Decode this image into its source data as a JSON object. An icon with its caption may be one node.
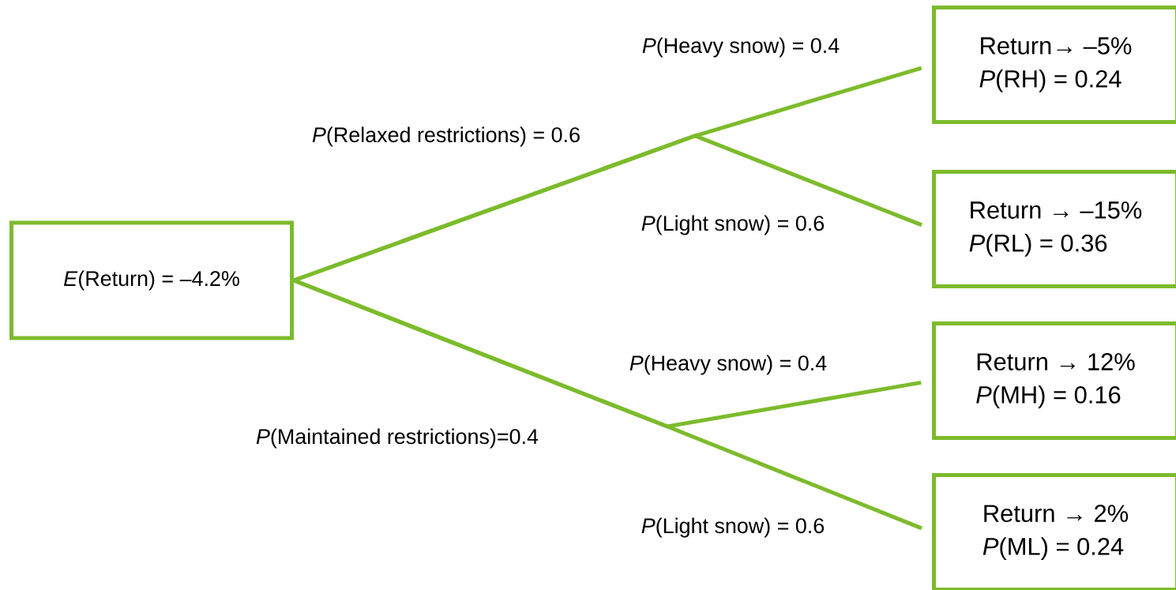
{
  "diagram": {
    "nodes": [
      {
        "text": [
          "*E*(Return) = –4.2%"
        ]
      },
      {
        "text": [
          "Return→ –5%",
          "*P*(RH) = 0.24"
        ]
      },
      {
        "text": [
          "Return → –15%",
          "*P*(RL) = 0.36"
        ]
      },
      {
        "text": [
          "Return → 12%",
          "*P*(MH) = 0.16"
        ]
      },
      {
        "text": [
          "Return → 2%",
          "*P*(ML) = 0.24"
        ]
      }
    ],
    "edges": [
      {
        "from": 0,
        "to": 1,
        "arrow": "none",
        "label": "*P*(Heavy snow) = 0.4"
      },
      {
        "from": 0,
        "to": 2,
        "arrow": "none",
        "label": "*P*(Light snow) = 0.6"
      },
      {
        "from": 0,
        "to": 3,
        "arrow": "none",
        "label": "*P*(Heavy snow) = 0.4"
      },
      {
        "from": 0,
        "to": 4,
        "arrow": "none",
        "label": "*P*(Light snow) = 0.6"
      }
    ],
    "labels": [
      "*P*(Relaxed restrictions) = 0.6",
      "*P*(Maintained restrictions)=0.4"
    ]
  }
}
